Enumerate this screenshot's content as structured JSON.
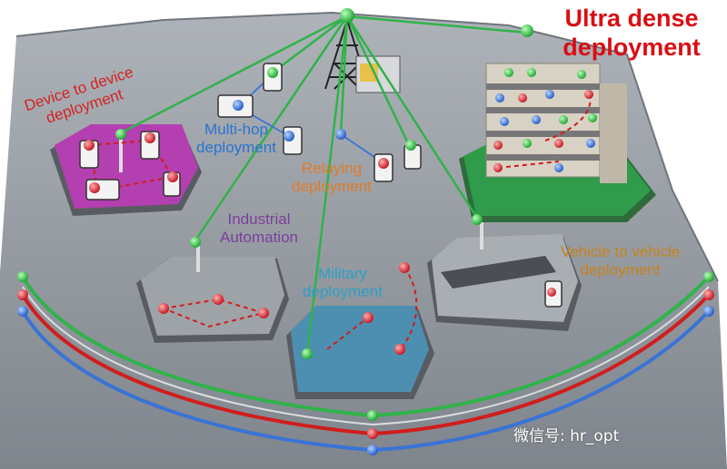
{
  "title": [
    "Ultra dense",
    "deployment"
  ],
  "labels": {
    "d2d": [
      "Device to device",
      "deployment"
    ],
    "multihop": [
      "Multi-hop",
      "deployment"
    ],
    "relaying": [
      "Relaying",
      "deployment"
    ],
    "industrial": [
      "Industrial",
      "Automation"
    ],
    "military": [
      "Military",
      "deployment"
    ],
    "v2v": [
      "Vehicle to vehicle",
      "deployment"
    ]
  },
  "watermark": "微信号: hr_opt",
  "colors": {
    "ground": "#8f959d",
    "link_green": "#2fb34a",
    "link_blue": "#3a73d6",
    "red_dash": "#d11d1d",
    "label_red": "#d52222",
    "label_blue": "#2a74cf",
    "label_orange": "#e07b2a",
    "label_purple": "#7b3f9a",
    "label_teal": "#2aa0c8",
    "label_amber": "#c8821a"
  }
}
